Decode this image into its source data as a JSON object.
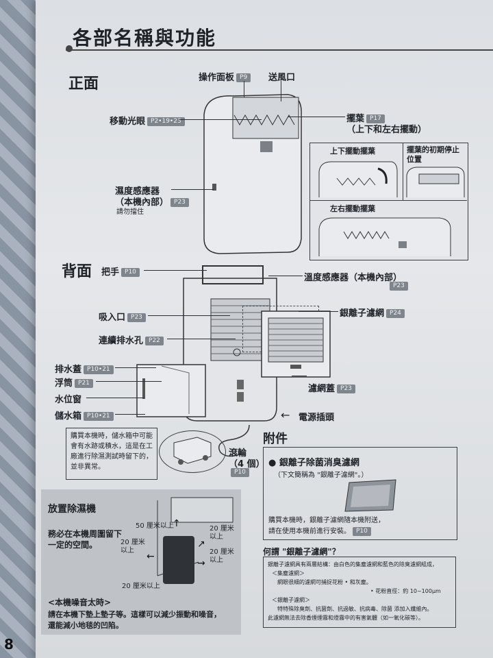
{
  "title": "各部名稱與功能",
  "front": {
    "heading": "正面",
    "control_panel": {
      "label": "操作面板",
      "ref": "P9"
    },
    "air_outlet": {
      "label": "送風口"
    },
    "motion_sensor": {
      "label": "移動光眼",
      "ref": "P2•19•23"
    },
    "louver": {
      "label": "擺葉",
      "ref": "P17",
      "sub": "（上下和左右擺動）"
    },
    "humidity_sensor": {
      "label": "濕度感應器",
      "sub": "（本機內部）",
      "ref": "P23",
      "note": "請勿擋住"
    },
    "inset_updown": {
      "label": "上下擺動擺葉"
    },
    "inset_initial": {
      "label": "擺葉的初期停止位置"
    },
    "inset_leftright": {
      "label": "左右擺動擺葉"
    }
  },
  "back": {
    "heading": "背面",
    "handle": {
      "label": "把手",
      "ref": "P10"
    },
    "temp_sensor": {
      "label": "溫度感應器（本機內部）",
      "ref": "P23"
    },
    "air_inlet": {
      "label": "吸入口",
      "ref": "P23"
    },
    "silver_filter": {
      "label": "銀離子濾網",
      "ref": "P24"
    },
    "drain_hole": {
      "label": "連續排水孔",
      "ref": "P22"
    },
    "tank_lid": {
      "label": "排水蓋",
      "ref": "P10•21"
    },
    "float": {
      "label": "浮筒",
      "ref": "P21"
    },
    "level_window": {
      "label": "水位窗"
    },
    "tank": {
      "label": "儲水箱",
      "ref": "P10•21"
    },
    "filter_cover": {
      "label": "濾網蓋",
      "ref": "P23"
    },
    "power_plug": {
      "label": "電源插頭"
    },
    "casters": {
      "label": "滾輪",
      "sub": "（4 個）",
      "ref": "P10"
    }
  },
  "purchase_note": [
    "購買本機時，儲水箱中可能",
    "會有水跡或積水，這是在工",
    "廠進行除濕測試時留下的，",
    "並非異常。"
  ],
  "placement": {
    "heading": "放置除濕機",
    "text": [
      "務必在本機周圍留下",
      "一定的空間。"
    ],
    "top": "50 厘米以上",
    "left": [
      "20 厘米",
      "以上"
    ],
    "right_top": [
      "20 厘米",
      "以上"
    ],
    "right": [
      "20 厘米",
      "以上"
    ],
    "bottom": "20 厘米以上",
    "noise_heading": "<本機噪音太時>",
    "noise_text": [
      "請在本機下墊上墊子等。這樣可以減少振動和噪音，",
      "還能減小地毯的凹陷。"
    ]
  },
  "accessories": {
    "heading": "附件",
    "item": "● 銀離子除菌消臭濾網",
    "alias": "（下文簡稱為 \"銀離子濾網\"。）",
    "text": [
      "購買本機時，銀離子濾網隨本機附送，",
      "請在使用本機前進行安裝。"
    ],
    "ref": "P10"
  },
  "what_is": {
    "heading": "何謂 \"銀離子濾網\"？",
    "lines": [
      "銀離子濾網具有兩層結構：由白色的集塵濾網和藍色的除臭濾網組成，",
      "＜集塵濾網＞",
      "網眼很細的濾網可捕捉花粉 • 和灰塵。",
      "• 花粉直徑：約 10~100μm",
      "＜銀離子濾網＞",
      "特特殊除臭劑、抗菌劑、抗過敏、抗病毒、除菌 添加入纖維內。",
      "此濾網無法去除香煙煙霧和燈霧中的有害氣體（如一氧化碳等）。"
    ]
  },
  "page_number": "8"
}
